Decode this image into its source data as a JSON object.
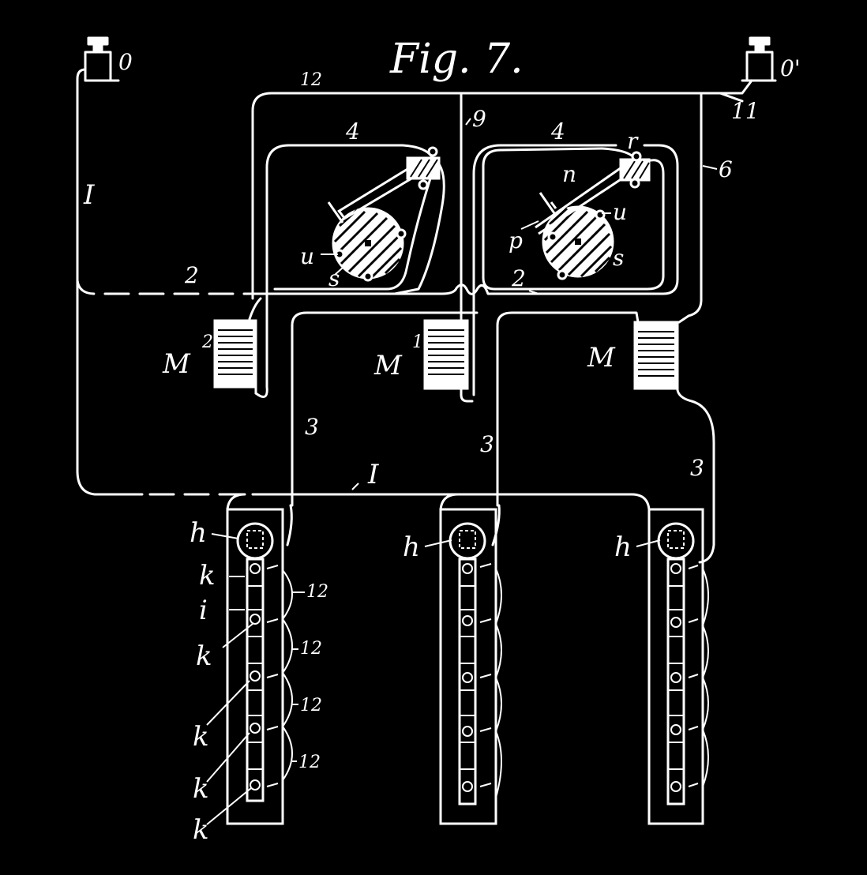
{
  "figure": {
    "title": "Fig. 7.",
    "colors": {
      "background": "#000000",
      "ink": "#ffffff"
    }
  },
  "terminals": {
    "left": "0",
    "right": "0'"
  },
  "wires": {
    "w1_left": "I",
    "w1_bottom": "I",
    "w2_left": "2",
    "w2_right": "2",
    "w3_a": "3",
    "w3_b": "3",
    "w3_c": "3",
    "w4_left": "4",
    "w4_right": "4",
    "w6": "6",
    "w9": "9",
    "w11": "11",
    "w12_top": "12"
  },
  "magnets": {
    "m2": "M",
    "m2_sup": "2",
    "m1": "M",
    "m1_sup": "1",
    "m0": "M"
  },
  "mechanism": {
    "s_left": "s",
    "u_left": "u",
    "p_right": "p",
    "n_right": "n",
    "r_right": "r",
    "u_right": "u",
    "s_right": "s"
  },
  "racks": {
    "h_label": "h",
    "k_label": "k",
    "i_label": "i",
    "contact_label": "12"
  }
}
